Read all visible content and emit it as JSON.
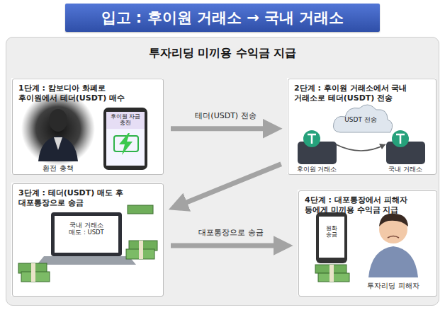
{
  "diagram": {
    "title": "입고 : 후이원 거래소 → 국내 거래소",
    "nodes": [
      {
        "text": [
          "투자리딩 미끼용 수익금 지급"
        ]
      },
      {
        "text": [
          "1단계 : 캄보디아 화폐로 후이원에서 테더(USDT) 매수"
        ],
        "in": 0
      },
      {
        "text": [
          "2단계 : 후이원 거래소에서 국내 거래소로 테더(USDT) 전송"
        ],
        "in": 0
      },
      {
        "text": [
          "3단계 : 테더(USDT) 매도 후 대포통장으로 송금"
        ],
        "in": 0
      },
      {
        "text": [
          "4단계 : 대포통장에서 피해자 등에게 미끼용 수익금 지급"
        ],
        "in": 0
      }
    ],
    "edges": [
      {
        "from": 1,
        "to": 2,
        "label": "테더(USDT) 전송",
        "arrow": "to"
      },
      {
        "from": 2,
        "to": 3,
        "arrow": "to"
      },
      {
        "from": 3,
        "to": 4,
        "label": "대포통장으로 송금",
        "arrow": "to"
      }
    ],
    "labels": [
      "환전 총책",
      "후이원 자금 충전",
      "USDT 전송",
      "후이원 거래소",
      "국내 거래소",
      "국내 거래소 매도 : USDT",
      "원화 송금",
      "투자리딩 피해자"
    ]
  }
}
